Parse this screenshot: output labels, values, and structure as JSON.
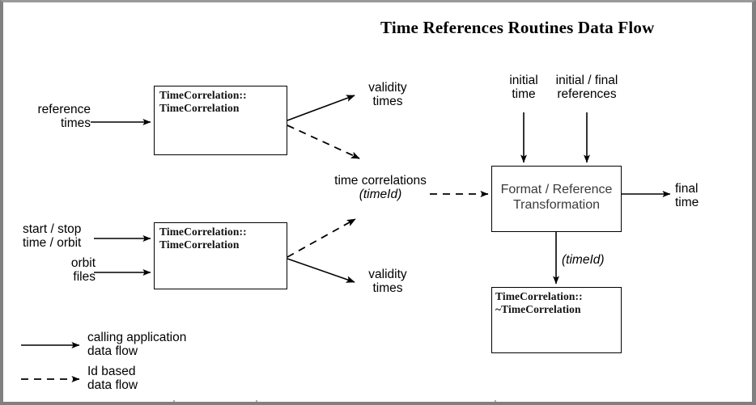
{
  "diagram": {
    "title": "Time References Routines Data Flow",
    "background_color": "#ffffff",
    "frame_color": "#808080",
    "stroke_color": "#000000",
    "process_text_color": "#3a3a3a"
  },
  "boxes": {
    "constructor_top": {
      "line1": "TimeCorrelation::",
      "line2": "TimeCorrelation"
    },
    "constructor_bottom": {
      "line1": "TimeCorrelation::",
      "line2": "TimeCorrelation"
    },
    "transformation": {
      "line1": "Format / Reference",
      "line2": "Transformation"
    },
    "destructor": {
      "line1": "TimeCorrelation::",
      "line2": "~TimeCorrelation"
    }
  },
  "labels": {
    "reference_times": "reference\ntimes",
    "validity_times_top": "validity\ntimes",
    "validity_times_bottom": "validity\ntimes",
    "time_correlations": "time correlations",
    "time_correlations_id": "(timeId)",
    "start_stop_time_orbit": "start / stop\ntime / orbit",
    "orbit_files": "orbit\nfiles",
    "initial_time": "initial\ntime",
    "initial_final_references": "initial / final\nreferences",
    "final_time": "final\ntime",
    "destructor_id": "(timeId)"
  },
  "legend": {
    "solid_flow": "calling application\ndata flow",
    "dashed_flow": "Id based\ndata flow"
  }
}
